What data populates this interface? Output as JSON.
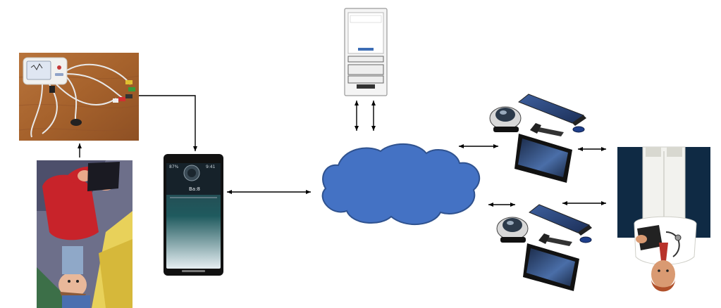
{
  "diagram": {
    "nodes": [
      {
        "id": "ecg-device",
        "icon": "ecg-monitor-with-leads-photo"
      },
      {
        "id": "patient",
        "icon": "patient-illustration"
      },
      {
        "id": "smartphone",
        "icon": "smartphone-icon"
      },
      {
        "id": "server",
        "icon": "server-tower-icon"
      },
      {
        "id": "cloud",
        "icon": "cloud-icon",
        "color": "#4472C4"
      },
      {
        "id": "workstation-top",
        "icon": "workstation-icon"
      },
      {
        "id": "workstation-bottom",
        "icon": "workstation-icon"
      },
      {
        "id": "doctor",
        "icon": "doctor-illustration"
      }
    ],
    "edges": [
      {
        "from": "patient",
        "to": "ecg-device",
        "direction": "one-way"
      },
      {
        "from": "ecg-device",
        "to": "smartphone",
        "direction": "one-way"
      },
      {
        "from": "smartphone",
        "to": "cloud",
        "direction": "two-way"
      },
      {
        "from": "server",
        "to": "cloud",
        "direction": "two-way-parallel"
      },
      {
        "from": "cloud",
        "to": "workstation-top",
        "direction": "two-way"
      },
      {
        "from": "cloud",
        "to": "workstation-bottom",
        "direction": "two-way"
      },
      {
        "from": "workstation-top",
        "to": "doctor",
        "direction": "two-way"
      },
      {
        "from": "workstation-bottom",
        "to": "doctor",
        "direction": "two-way"
      }
    ],
    "phone_screen": {
      "status_left": "87%",
      "status_right": "9:41",
      "label": "Ba:8"
    },
    "colors": {
      "cloud_fill": "#4472C4",
      "cloud_stroke": "#2F528F",
      "arrow": "#000000",
      "doctor_background": "#0F2A44"
    }
  }
}
